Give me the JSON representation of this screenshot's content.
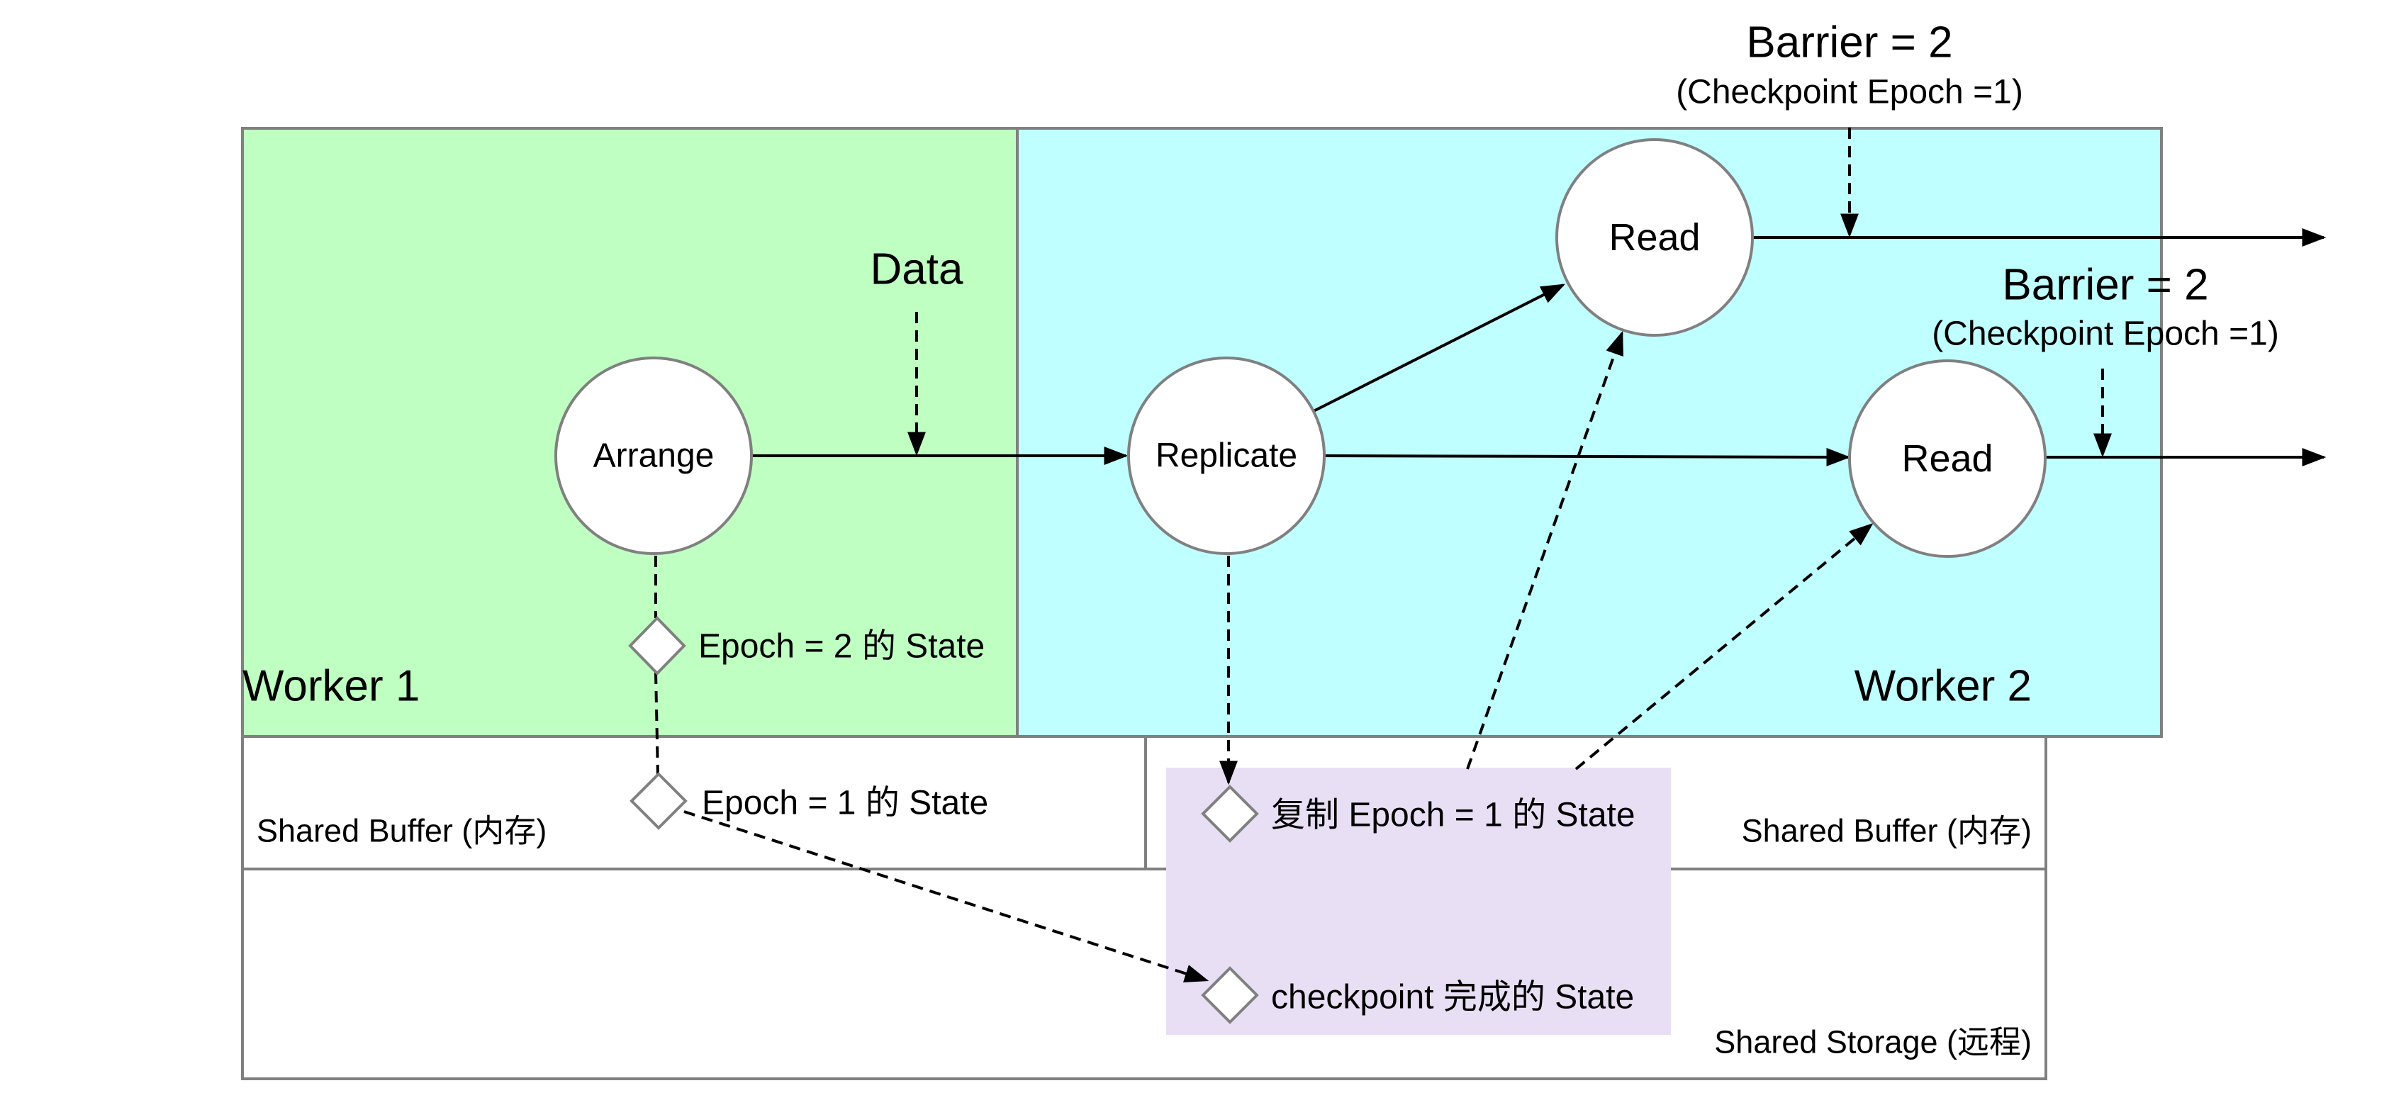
{
  "colors": {
    "worker1_fill": "#BFFFC2",
    "worker2_fill": "#BFFFFF",
    "highlight_fill": "#E8DFF5",
    "border": "#808080",
    "node_fill": "#FFFFFF"
  },
  "workers": {
    "worker1": "Worker 1",
    "worker2": "Worker 2"
  },
  "nodes": {
    "arrange": "Arrange",
    "replicate": "Replicate",
    "read_top": "Read",
    "read_bottom": "Read"
  },
  "labels": {
    "data": "Data",
    "barrier_top": "Barrier = 2",
    "barrier_top_sub": "(Checkpoint Epoch =1)",
    "barrier_mid": "Barrier = 2",
    "barrier_mid_sub": "(Checkpoint Epoch =1)"
  },
  "states": {
    "epoch2": "Epoch = 2 的 State",
    "epoch1": "Epoch = 1 的 State",
    "replicated": "复制 Epoch = 1 的 State",
    "checkpoint": "checkpoint 完成的 State"
  },
  "storage": {
    "buffer_left": "Shared Buffer (内存)",
    "buffer_right": "Shared Buffer (内存)",
    "remote": "Shared Storage (远程)"
  }
}
